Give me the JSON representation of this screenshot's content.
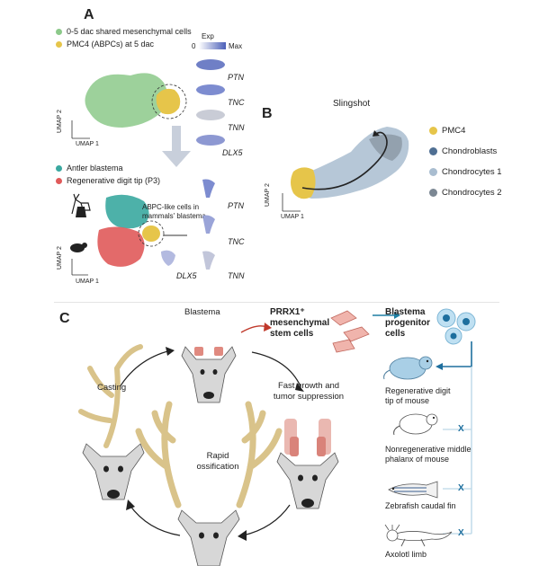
{
  "panel_a": {
    "letter": "A",
    "legend_top": [
      {
        "label": "0-5 dac shared mesenchymal cells",
        "color": "#8cc98a"
      },
      {
        "label": "PMC4 (ABPCs) at 5 dac",
        "color": "#e6c54a"
      }
    ],
    "colorbar": {
      "title": "Exp",
      "min": "0",
      "max": "Max"
    },
    "genes_top": [
      "PTN",
      "TNC",
      "TNN",
      "DLX5"
    ],
    "umap_x": "UMAP 1",
    "umap_y": "UMAP 2",
    "legend_bottom": [
      {
        "label": "Antler blastema",
        "color": "#3aa8a0"
      },
      {
        "label": "Regenerative digit tip (P3)",
        "color": "#e05a5a"
      }
    ],
    "annotation": "ABPC-like cells in mammals' blastema",
    "genes_bottom": [
      "PTN",
      "TNC",
      "DLX5",
      "TNN"
    ]
  },
  "panel_b": {
    "letter": "B",
    "title": "Slingshot",
    "umap_x": "UMAP 1",
    "umap_y": "UMAP 2",
    "legend": [
      {
        "label": "PMC4",
        "color": "#e6c54a"
      },
      {
        "label": "Chondroblasts",
        "color": "#4f6f93"
      },
      {
        "label": "Chondrocytes 1",
        "color": "#a9bdd0"
      },
      {
        "label": "Chondrocytes 2",
        "color": "#7b8793"
      }
    ]
  },
  "panel_c": {
    "letter": "C",
    "blastema": "Blastema",
    "stem_cells_line1": "PRRX1⁺",
    "stem_cells_line2": "mesenchymal",
    "stem_cells_line3": "stem cells",
    "progenitor_line1": "Blastema",
    "progenitor_line2": "progenitor",
    "progenitor_line3": "cells",
    "casting": "Casting",
    "fast_growth_line1": "Fast growth and",
    "fast_growth_line2": "tumor suppression",
    "rapid_line1": "Rapid",
    "rapid_line2": "ossification",
    "species": [
      {
        "line1": "Regenerative digit",
        "line2": "tip of mouse",
        "mark": ""
      },
      {
        "line1": "Nonregenerative middle",
        "line2": "phalanx of mouse",
        "mark": "X"
      },
      {
        "line1": "Zebrafish caudal fin",
        "line2": "",
        "mark": "X"
      },
      {
        "line1": "Axolotl limb",
        "line2": "",
        "mark": "X"
      }
    ]
  }
}
